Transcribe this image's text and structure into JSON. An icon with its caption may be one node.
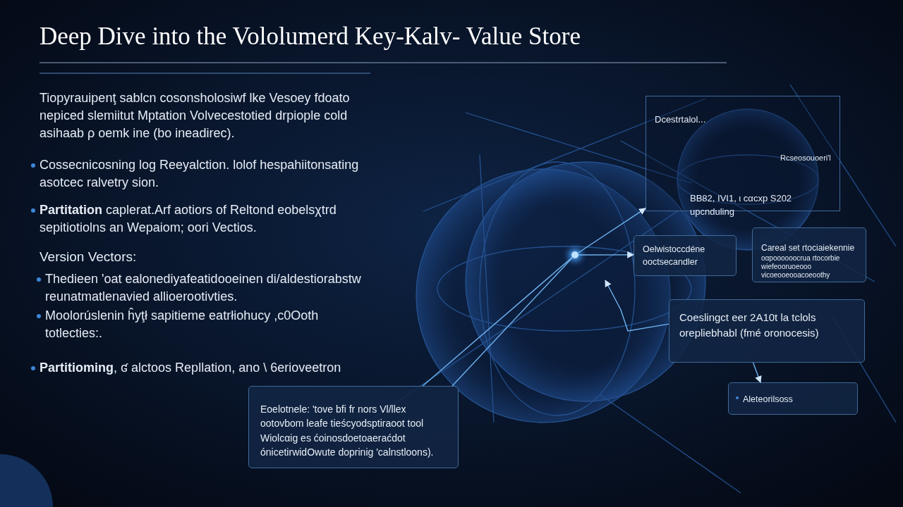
{
  "diagram": {
    "title": "Deep Dive into the Vololumerd Key-Kalv- Value Store",
    "nodes": [
      {
        "text": [],
        "shape": "circle"
      },
      {
        "text": [
          "Dcestrtalol...",
          "Rcseosouoeri'l",
          "BB82, IVI1, ι cαcxp S202 upcnduling"
        ]
      },
      {
        "text": [
          "Oelwistoccdéne ooctsecandler"
        ]
      },
      {
        "text": [
          "Careal set rtociaiekennie",
          "oαpoooooocrua rtocorbie",
          "wiefeooruoeooo",
          "vicoeooeooacoeoothy"
        ]
      },
      {
        "text": [
          "Coeslingct eer 2A10t la tclols orepliebhabl (fmé oronocesis)"
        ]
      },
      {
        "text": [
          "Aleteorilsoss"
        ]
      },
      {
        "text": [
          "Eoelotnele: 'tove bfi fr nors Vl/llex ootovbom leafe tieścyodsptiraoot tool Wiolcαig es ćoinosdoetoaeraćdot ónicetirwidOwute doprinig 'calnstloons)."
        ]
      }
    ],
    "edges": [
      {
        "from": 0,
        "to": 1,
        "arrow": "to"
      },
      {
        "from": 0,
        "to": 2,
        "arrow": "to"
      },
      {
        "from": 4,
        "to": null,
        "arrow": "to"
      },
      {
        "from": 4,
        "to": 5,
        "arrow": "to"
      },
      {
        "from": 0,
        "to": 6,
        "arrow": "none"
      },
      {
        "from": 0,
        "to": 6,
        "arrow": "none"
      }
    ],
    "labels": [
      "Tiopyrauipenţ sablcn cosonsholosiwf lke Vesoey fdoato nepiced slemiitut Mptation Volvecestotied drpiople cold asihaab ρ oemk ine (bo ineadirec).",
      "Cossecnicosning log Reeyalction. lolof hespahiitonsating asotcec ralvetry sion.",
      "**Partitation** caplerat.Arf aotiors of Reltond eobelsχtrd sepitiotiolns an Wepaiom; oori Vectios.",
      "Version Vectors:",
      "Thedieen 'oat ealonediyafeatidooeinen di/aldestiorabstw reunatmatlenavied allioerootivties.",
      "Moolorúslenin ĥyţł sapitieme eatrłiohucy ,c0Ooth totlecties:.",
      "**Partitioming**, ʛ alctoos Repllation, ano \\ 6erioveetron"
    ]
  }
}
